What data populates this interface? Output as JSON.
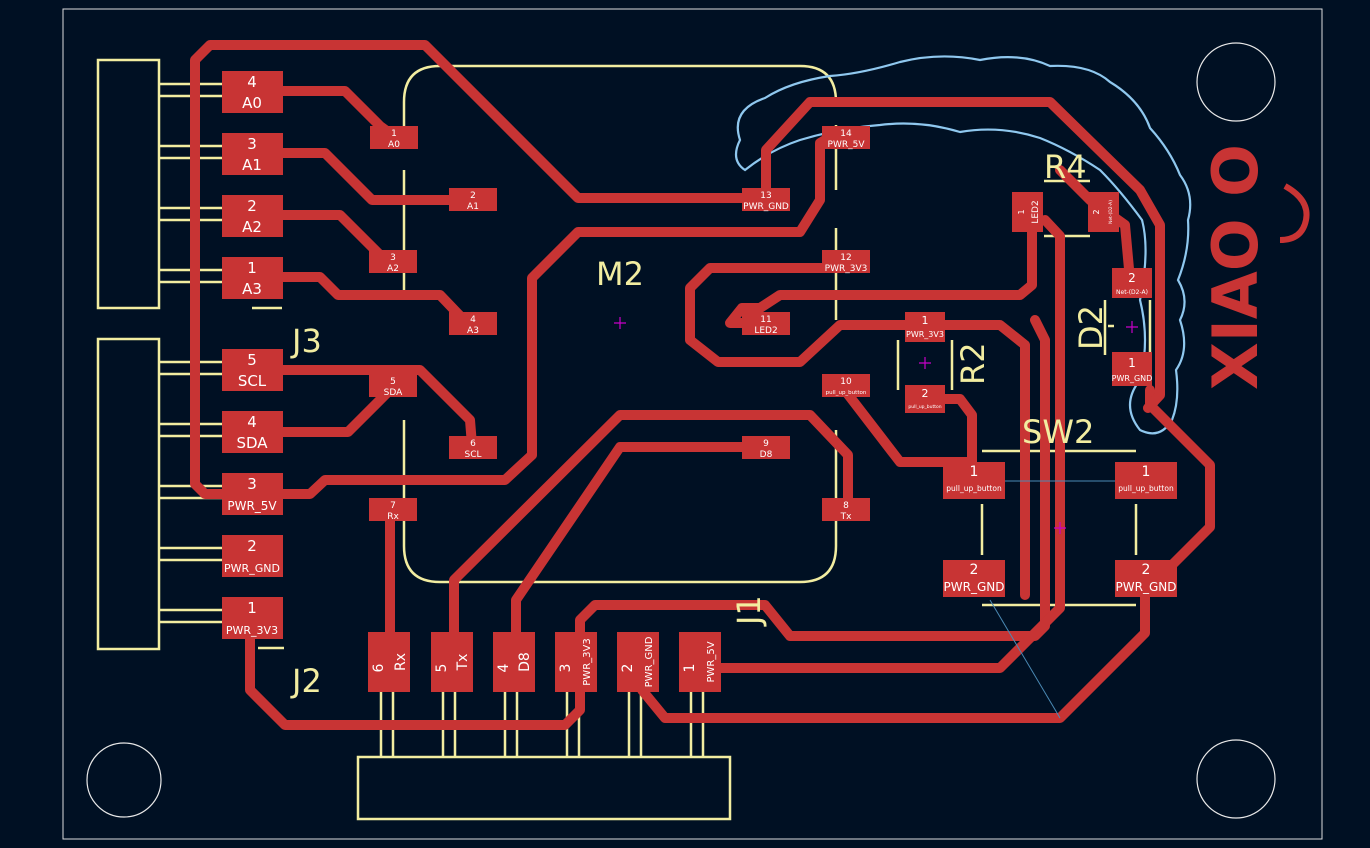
{
  "board": {
    "refs": {
      "j3": "J3",
      "j2": "J2",
      "j1": "J1",
      "m2": "M2",
      "r4": "R4",
      "r2": "R2",
      "d2": "D2",
      "sw2": "SW2",
      "xiao": "XIAO O"
    }
  },
  "j3_pads": [
    {
      "num": "4",
      "name": "A0"
    },
    {
      "num": "3",
      "name": "A1"
    },
    {
      "num": "2",
      "name": "A2"
    },
    {
      "num": "1",
      "name": "A3"
    },
    {
      "num": "5",
      "name": "SCL"
    },
    {
      "num": "4",
      "name": "SDA"
    },
    {
      "num": "3",
      "name": "PWR_5V"
    },
    {
      "num": "2",
      "name": "PWR_GND"
    },
    {
      "num": "1",
      "name": "PWR_3V3"
    }
  ],
  "m2_pads": [
    {
      "num": "1",
      "name": "A0"
    },
    {
      "num": "2",
      "name": "A1"
    },
    {
      "num": "3",
      "name": "A2"
    },
    {
      "num": "4",
      "name": "A3"
    },
    {
      "num": "5",
      "name": "SDA"
    },
    {
      "num": "6",
      "name": "SCL"
    },
    {
      "num": "7",
      "name": "Rx"
    },
    {
      "num": "8",
      "name": "Tx"
    },
    {
      "num": "9",
      "name": "D8"
    },
    {
      "num": "10",
      "name": "pull_up_button"
    },
    {
      "num": "11",
      "name": "LED2"
    },
    {
      "num": "12",
      "name": "PWR_3V3"
    },
    {
      "num": "13",
      "name": "PWR_GND"
    },
    {
      "num": "14",
      "name": "PWR_5V"
    }
  ],
  "j1_pads": [
    {
      "num": "6",
      "name": "Rx"
    },
    {
      "num": "5",
      "name": "Tx"
    },
    {
      "num": "4",
      "name": "D8"
    },
    {
      "num": "3",
      "name": "PWR_3V3"
    },
    {
      "num": "2",
      "name": "PWR_GND"
    },
    {
      "num": "1",
      "name": "PWR_5V"
    }
  ],
  "small_pads": [
    {
      "num": "1",
      "name": "LED2"
    },
    {
      "num": "2",
      "name": "Net-(D2-A)"
    },
    {
      "num": "2",
      "name": "Net-(D2-A)"
    },
    {
      "num": "1",
      "name": "PWR_GND"
    },
    {
      "num": "1",
      "name": "PWR_3V3"
    },
    {
      "num": "2",
      "name": "pull_up_button"
    }
  ],
  "sw2_pads": [
    {
      "num": "1",
      "name": "pull_up_button"
    },
    {
      "num": "1",
      "name": "pull_up_button"
    },
    {
      "num": "2",
      "name": "PWR_GND"
    },
    {
      "num": "2",
      "name": "PWR_GND"
    }
  ],
  "colors": {
    "background": "#001023",
    "copper": "#c83434",
    "silkscreen": "#f2eda1",
    "courtyard": "#8fc8ef",
    "marker": "#c800c8"
  }
}
